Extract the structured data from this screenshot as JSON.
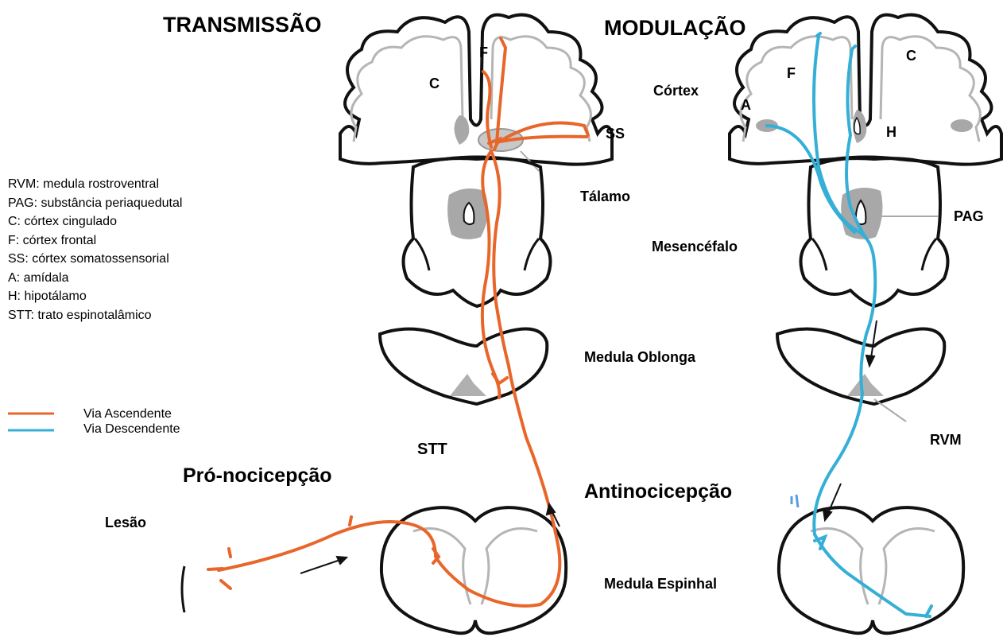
{
  "headings": {
    "transmission": "TRANSMISSÃO",
    "modulation": "MODULAÇÃO",
    "pro_nociception": "Pró-nocicepção",
    "antinociception": "Antinocicepção"
  },
  "structures": {
    "cortex": "Córtex",
    "thalamus": "Tálamo",
    "midbrain": "Mesencéfalo",
    "medulla_oblongata": "Medula Oblonga",
    "spinal_cord": "Medula Espinhal",
    "lesion": "Lesão",
    "stt": "STT",
    "pag": "PAG",
    "rvm": "RVM",
    "ss": "SS",
    "h": "H"
  },
  "brain_letters": {
    "left_c": "C",
    "left_f": "F",
    "right_a": "A",
    "right_f": "F",
    "right_c": "C"
  },
  "abbreviations": [
    "RVM: medula rostroventral",
    "PAG: substância periaquedutal",
    "C: córtex cingulado",
    "F: córtex frontal",
    "SS: córtex somatossensorial",
    "A: amídala",
    "H: hipotálamo",
    "STT: trato espinotalâmico"
  ],
  "legend": [
    {
      "label": "Via Ascendente",
      "color": "#e8662a"
    },
    {
      "label": "Via Descendente",
      "color": "#35afd6"
    }
  ],
  "colors": {
    "ascending": "#e8662a",
    "descending": "#35afd6",
    "outline": "#111111",
    "inner_gray": "#b5b5b5",
    "nucleus_gray": "#a8a8a8"
  }
}
